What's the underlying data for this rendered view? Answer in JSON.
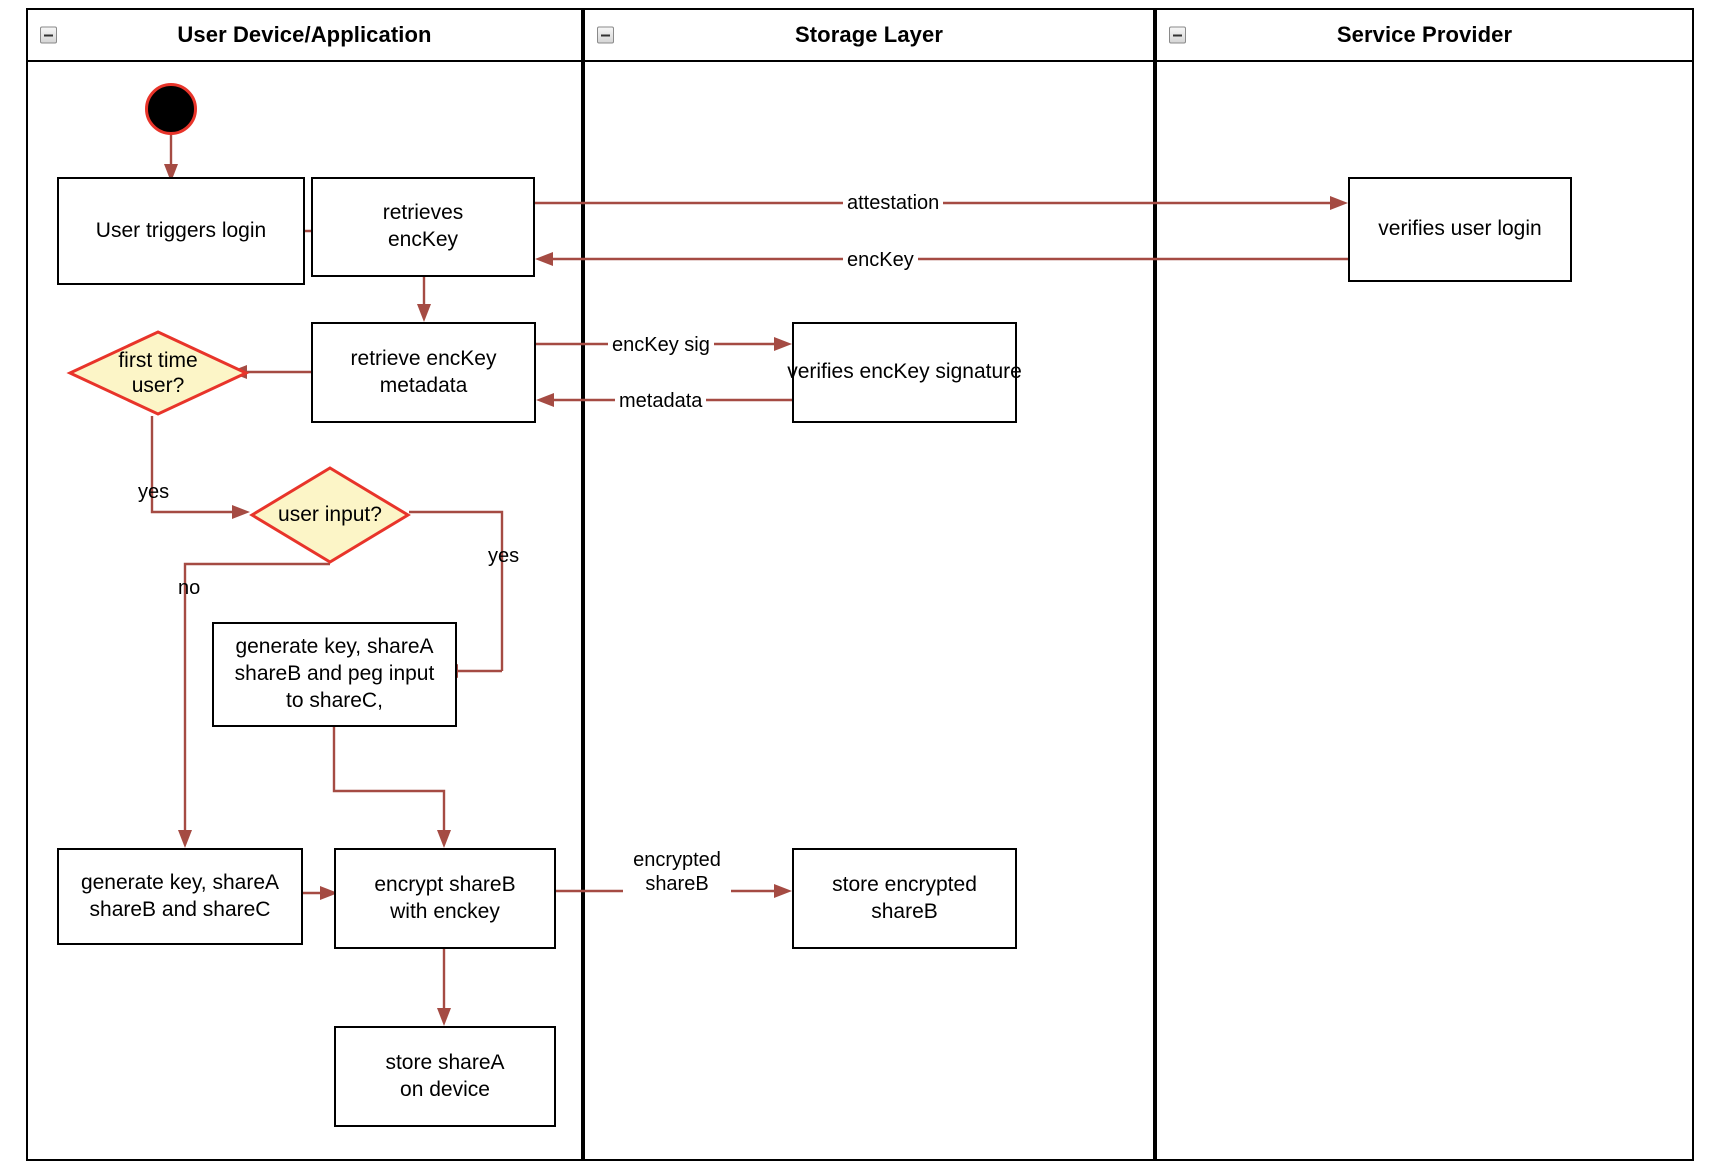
{
  "diagram": {
    "type": "swimlane-activity-diagram",
    "lanes": [
      {
        "id": "user-device",
        "title": "User Device/Application",
        "collapse_icon": "minus-icon"
      },
      {
        "id": "storage-layer",
        "title": "Storage Layer",
        "collapse_icon": "minus-icon"
      },
      {
        "id": "service-provider",
        "title": "Service Provider",
        "collapse_icon": "minus-icon"
      }
    ],
    "nodes": [
      {
        "id": "start",
        "lane": "user-device",
        "shape": "start-circle",
        "label": ""
      },
      {
        "id": "user-triggers-login",
        "lane": "user-device",
        "shape": "box",
        "label": "User triggers login"
      },
      {
        "id": "retrieves-enckey",
        "lane": "user-device",
        "shape": "box",
        "label": "retrieves\nencKey"
      },
      {
        "id": "retrieve-enckey-metadata",
        "lane": "user-device",
        "shape": "box",
        "label": "retrieve encKey\nmetadata"
      },
      {
        "id": "first-time-user",
        "lane": "user-device",
        "shape": "decision",
        "label": "first time\nuser?"
      },
      {
        "id": "user-input",
        "lane": "user-device",
        "shape": "decision",
        "label": "user input?"
      },
      {
        "id": "generate-peg-input",
        "lane": "user-device",
        "shape": "box",
        "label": "generate key, shareA\nshareB and peg input\nto shareC,"
      },
      {
        "id": "generate-shares",
        "lane": "user-device",
        "shape": "box",
        "label": "generate key, shareA\nshareB and shareC"
      },
      {
        "id": "encrypt-shareb",
        "lane": "user-device",
        "shape": "box",
        "label": "encrypt shareB\nwith enckey"
      },
      {
        "id": "store-sharea",
        "lane": "user-device",
        "shape": "box",
        "label": "store shareA\non device"
      },
      {
        "id": "verifies-enckey-signature",
        "lane": "storage-layer",
        "shape": "box",
        "label": "verifies encKey signature"
      },
      {
        "id": "store-encrypted-shareb",
        "lane": "storage-layer",
        "shape": "box",
        "label": "store encrypted\nshareB"
      },
      {
        "id": "verifies-user-login",
        "lane": "service-provider",
        "shape": "box",
        "label": "verifies user login"
      }
    ],
    "edges": [
      {
        "from": "start",
        "to": "user-triggers-login",
        "label": ""
      },
      {
        "from": "user-triggers-login",
        "to": "retrieves-enckey",
        "label": ""
      },
      {
        "from": "retrieves-enckey",
        "to": "verifies-user-login",
        "label": "attestation"
      },
      {
        "from": "verifies-user-login",
        "to": "retrieves-enckey",
        "label": "encKey"
      },
      {
        "from": "retrieves-enckey",
        "to": "retrieve-enckey-metadata",
        "label": ""
      },
      {
        "from": "retrieve-enckey-metadata",
        "to": "verifies-enckey-signature",
        "label": "encKey sig"
      },
      {
        "from": "verifies-enckey-signature",
        "to": "retrieve-enckey-metadata",
        "label": "metadata"
      },
      {
        "from": "retrieve-enckey-metadata",
        "to": "first-time-user",
        "label": ""
      },
      {
        "from": "first-time-user",
        "to": "user-input",
        "label": "yes"
      },
      {
        "from": "user-input",
        "to": "generate-peg-input",
        "label": "yes"
      },
      {
        "from": "user-input",
        "to": "generate-shares",
        "label": "no"
      },
      {
        "from": "generate-peg-input",
        "to": "encrypt-shareb",
        "label": ""
      },
      {
        "from": "generate-shares",
        "to": "encrypt-shareb",
        "label": ""
      },
      {
        "from": "encrypt-shareb",
        "to": "store-encrypted-shareb",
        "label": "encrypted\nshareB"
      },
      {
        "from": "encrypt-shareb",
        "to": "store-sharea",
        "label": ""
      }
    ],
    "labels": {
      "lane1_title": "User Device/Application",
      "lane2_title": "Storage Layer",
      "lane3_title": "Service Provider",
      "user_triggers_login": "User triggers login",
      "retrieves_enckey_line1": "retrieves",
      "retrieves_enckey_line2": "encKey",
      "retrieve_metadata_line1": "retrieve encKey",
      "retrieve_metadata_line2": "metadata",
      "first_time_user_line1": "first time",
      "first_time_user_line2": "user?",
      "user_input": "user input?",
      "generate_peg_line1": "generate key, shareA",
      "generate_peg_line2": "shareB and peg input",
      "generate_peg_line3": "to shareC,",
      "generate_shares_line1": "generate key, shareA",
      "generate_shares_line2": "shareB and shareC",
      "encrypt_shareb_line1": "encrypt shareB",
      "encrypt_shareb_line2": "with enckey",
      "store_sharea_line1": "store shareA",
      "store_sharea_line2": "on device",
      "verifies_enckey_signature": "verifies encKey signature",
      "store_encrypted_line1": "store encrypted",
      "store_encrypted_line2": "shareB",
      "verifies_user_login": "verifies user login",
      "edge_attestation": "attestation",
      "edge_enckey": "encKey",
      "edge_enckey_sig": "encKey sig",
      "edge_metadata": "metadata",
      "edge_yes_first": "yes",
      "edge_yes_input": "yes",
      "edge_no_input": "no",
      "edge_encrypted_line1": "encrypted",
      "edge_encrypted_line2": "shareB"
    },
    "colors": {
      "connector": "#a54b43",
      "decision_fill": "#fcf5c7",
      "decision_stroke": "#e8342a",
      "node_stroke": "#000000",
      "start_fill": "#000000",
      "start_stroke": "#e8342a",
      "background": "#ffffff"
    }
  }
}
